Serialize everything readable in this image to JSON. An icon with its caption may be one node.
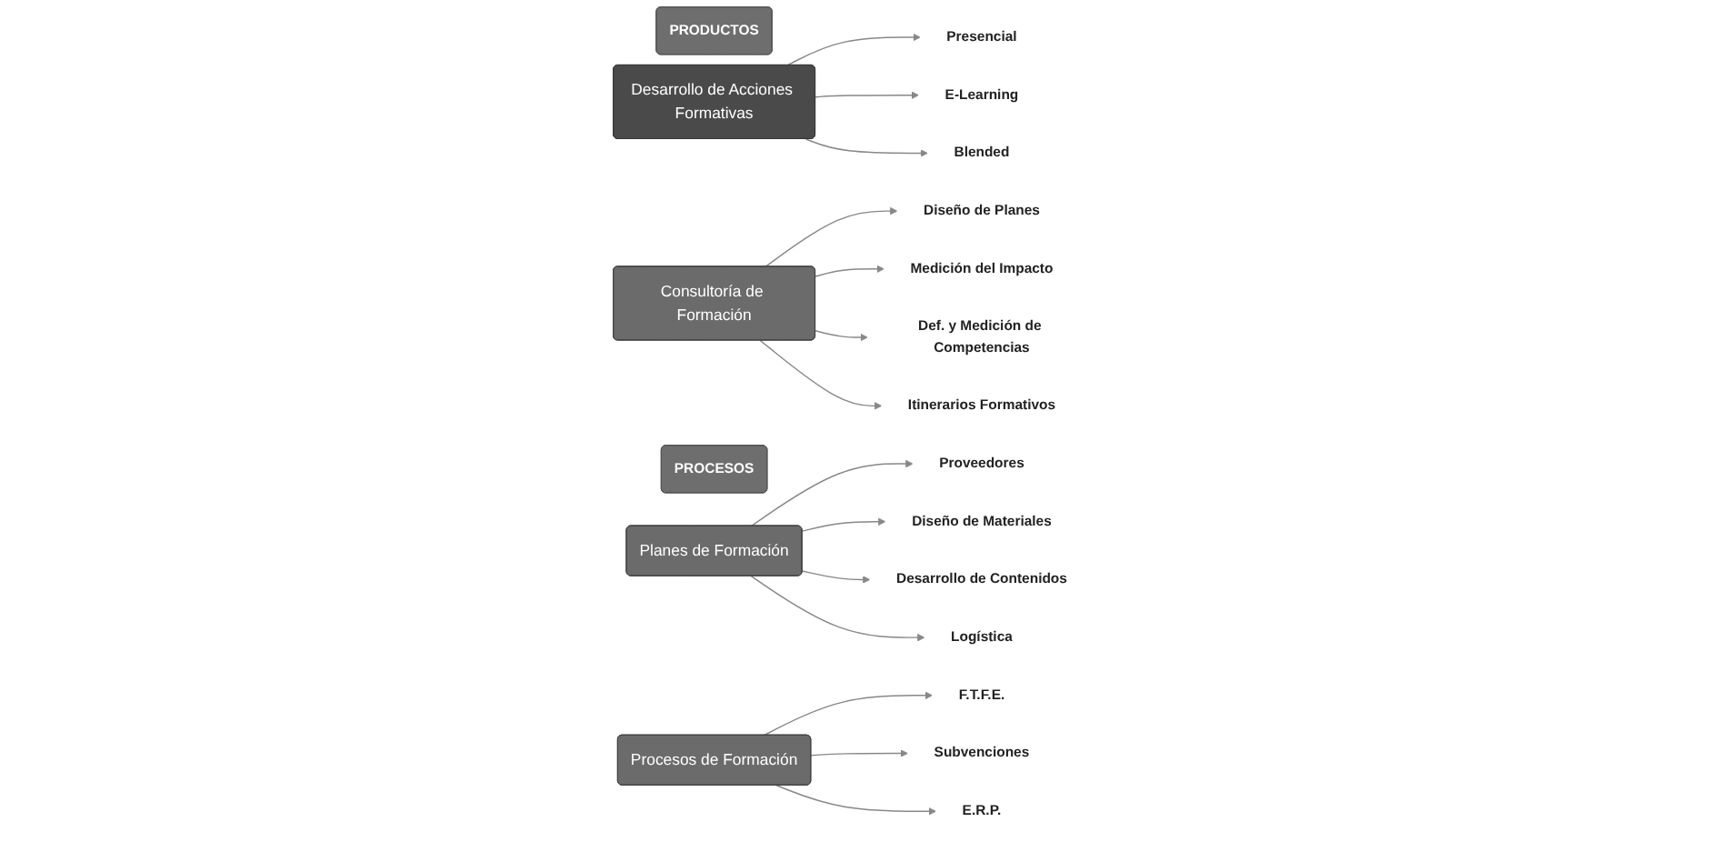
{
  "diagram": {
    "nodes": [
      {
        "text": [
          "PRODUCTOS"
        ]
      },
      {
        "text": [
          "Desarrollo de Acciones Formativas"
        ]
      },
      {
        "text": [
          "Presencial"
        ]
      },
      {
        "text": [
          "E-Learning"
        ]
      },
      {
        "text": [
          "Blended"
        ]
      },
      {
        "text": [
          "Consultoría de Formación"
        ]
      },
      {
        "text": [
          "Diseño de Planes"
        ]
      },
      {
        "text": [
          "Medición del Impacto"
        ]
      },
      {
        "text": [
          "Def. y Medición de Competencias"
        ]
      },
      {
        "text": [
          "Itinerarios Formativos"
        ]
      },
      {
        "text": [
          "PROCESOS"
        ]
      },
      {
        "text": [
          "Planes de Formación"
        ]
      },
      {
        "text": [
          "Proveedores"
        ]
      },
      {
        "text": [
          "Diseño de Materiales"
        ]
      },
      {
        "text": [
          "Desarrollo de Contenidos"
        ]
      },
      {
        "text": [
          "Logística"
        ]
      },
      {
        "text": [
          "Procesos de Formación"
        ]
      },
      {
        "text": [
          "F.T.F.E."
        ]
      },
      {
        "text": [
          "Subvenciones"
        ]
      },
      {
        "text": [
          "E.R.P."
        ]
      }
    ],
    "edges": [
      {
        "from": 1,
        "to": 2,
        "arrow": "to"
      },
      {
        "from": 1,
        "to": 3,
        "arrow": "to"
      },
      {
        "from": 1,
        "to": 4,
        "arrow": "to"
      },
      {
        "from": 5,
        "to": 6,
        "arrow": "to"
      },
      {
        "from": 5,
        "to": 7,
        "arrow": "to"
      },
      {
        "from": 5,
        "to": 8,
        "arrow": "to"
      },
      {
        "from": 5,
        "to": 9,
        "arrow": "to"
      },
      {
        "from": 11,
        "to": 12,
        "arrow": "to"
      },
      {
        "from": 11,
        "to": 13,
        "arrow": "to"
      },
      {
        "from": 11,
        "to": 14,
        "arrow": "to"
      },
      {
        "from": 11,
        "to": 15,
        "arrow": "to"
      },
      {
        "from": 16,
        "to": 17,
        "arrow": "to"
      },
      {
        "from": 16,
        "to": 18,
        "arrow": "to"
      },
      {
        "from": 16,
        "to": 19,
        "arrow": "to"
      }
    ]
  }
}
